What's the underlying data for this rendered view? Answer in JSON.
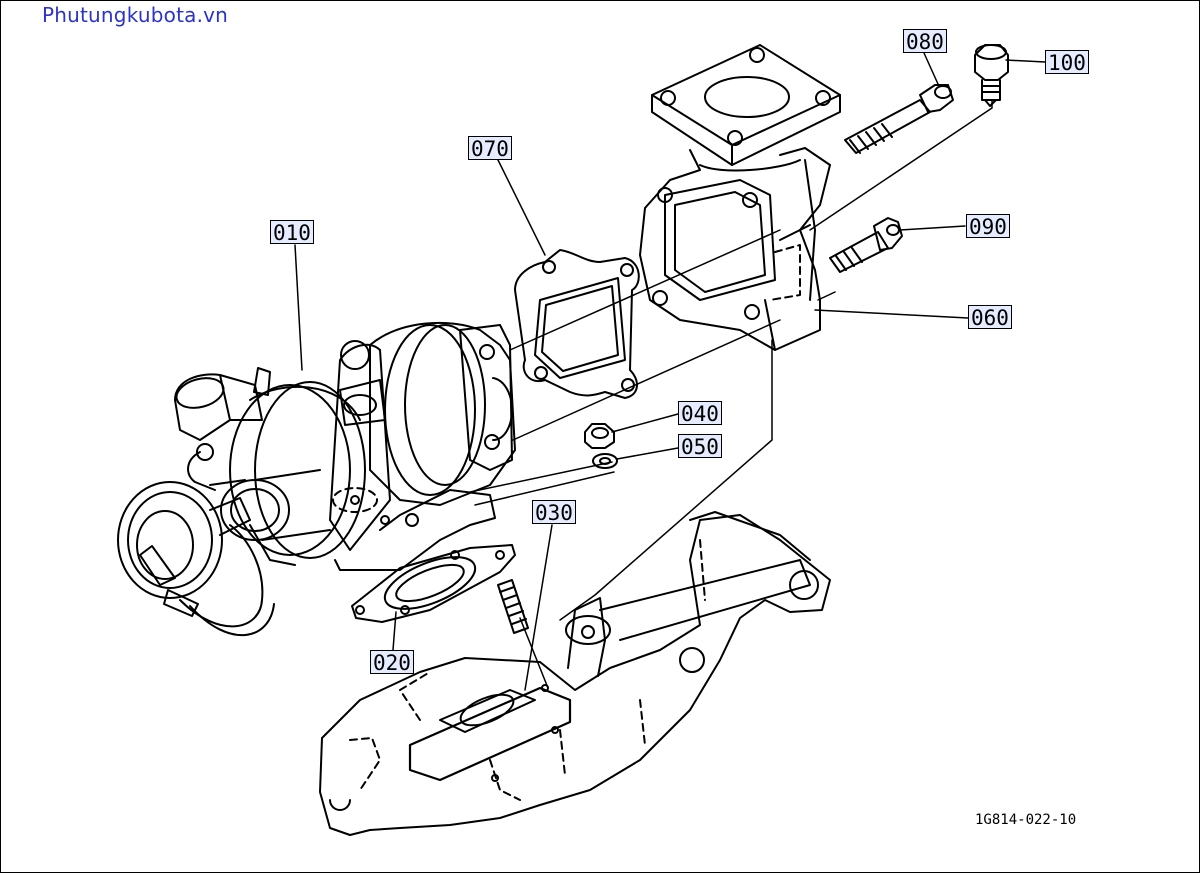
{
  "watermark": "Phutungkubota.vn",
  "drawing_code": "1G814-022-10",
  "callouts": {
    "c010": "010",
    "c020": "020",
    "c030": "030",
    "c040": "040",
    "c050": "050",
    "c060": "060",
    "c070": "070",
    "c080": "080",
    "c090": "090",
    "c100": "100"
  },
  "colors": {
    "callout_fill": "#e6ecff",
    "watermark": "#2b33c9",
    "line": "#000000"
  }
}
